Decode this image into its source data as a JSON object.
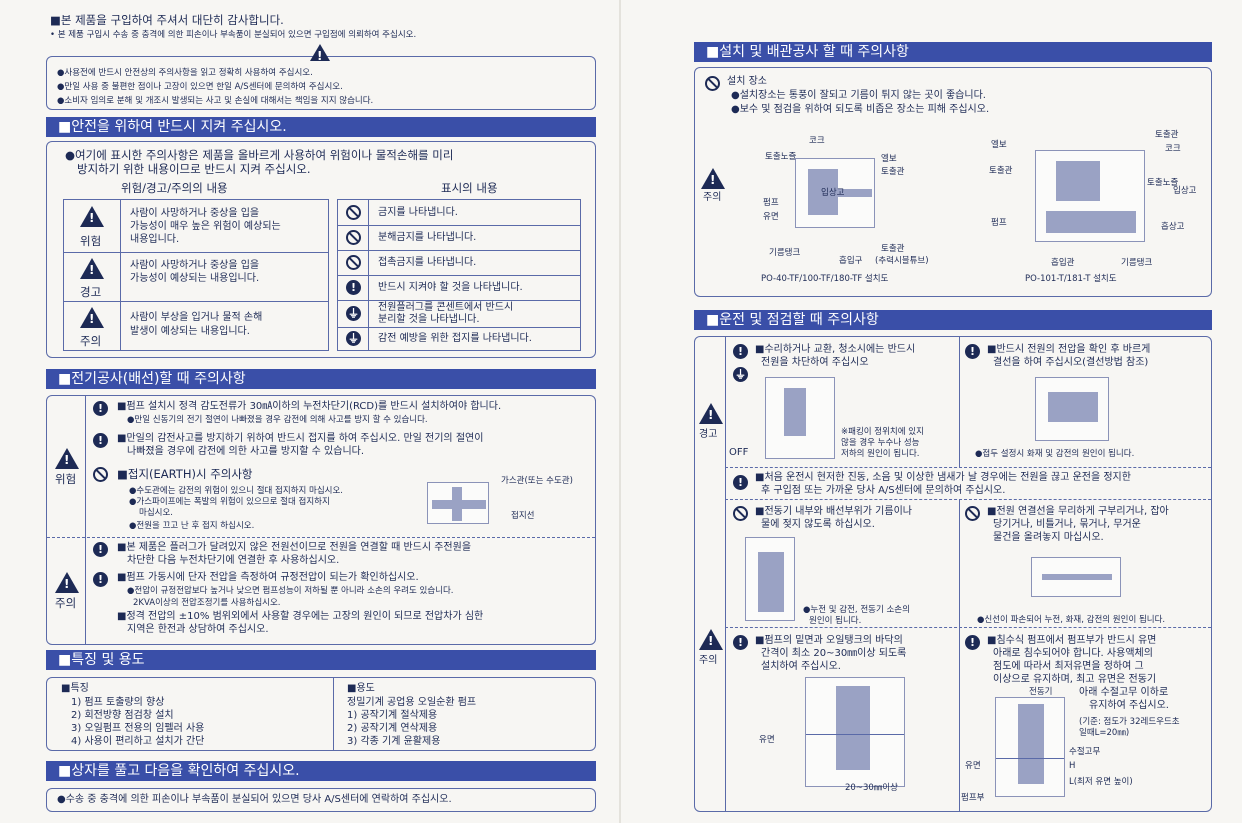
{
  "intro": {
    "title": "■본 제품을 구입하여 주셔서 대단히 감사합니다.",
    "note": "• 본 제품 구입시 수송 중 충격에 의한 피손이나 부속품이 분실되어 있으면 구입점에 의뢰하여 주십시오.",
    "bullets": [
      "●사용전에 반드시 안전상의 주의사항을 읽고 정확히 사용하여 주십시오.",
      "●만일 사용 중 불편한 점이나 고장이 있으면 한일 A/S센터에 문의하여 주십시오.",
      "●소비자 임의로 분해 및 개조시 발생되는 사고 및 손실에 대해서는 책임을 지지 않습니다."
    ]
  },
  "safety": {
    "header": "■안전을 위하여 반드시 지켜 주십시오.",
    "intro_line1": "●여기에 표시한 주의사항은 제품을 올바르게 사용하여 위험이나 물적손해를 미리",
    "intro_line2": "방지하기 위한 내용이므로 반드시 지켜 주십시오.",
    "col_left": "위험/경고/주의의 내용",
    "col_right": "표시의 내용",
    "levels": [
      {
        "label": "위험",
        "line1": "사람이 사망하거나 중상을 입을",
        "line2": "가능성이 매우 높은 위험이 예상되는",
        "line3": "내용입니다."
      },
      {
        "label": "경고",
        "line1": "사람이 사망하거나 중상을 입을",
        "line2": "가능성이 예상되는 내용입니다.",
        "line3": ""
      },
      {
        "label": "주의",
        "line1": "사람이 부상을 입거나 물적 손해",
        "line2": "발생이 예상되는 내용입니다.",
        "line3": ""
      }
    ],
    "symbols": [
      {
        "icon": "prohibition-icon",
        "text": "금지를 나타냅니다."
      },
      {
        "icon": "no-disassembly-icon",
        "text": "분해금지를 나타냅니다."
      },
      {
        "icon": "no-touch-icon",
        "text": "접촉금지를 나타냅니다."
      },
      {
        "icon": "mandatory-icon",
        "text": "반드시 지켜야 할 것을 나타냅니다."
      },
      {
        "icon": "unplug-icon",
        "text": "전원플러그를 콘센트에서 반드시",
        "text2": "분리할 것을 나타냅니다."
      },
      {
        "icon": "ground-icon",
        "text": "감전 예방을 위한 접지를 나타냅니다."
      }
    ]
  },
  "electric": {
    "header": "■전기공사(배선)할 때 주의사항",
    "danger_label": "위험",
    "caution_label": "주의",
    "items": [
      {
        "l1": "■펌프 설치시 정격 감도전류가 30㎃이하의 누전차단기(RCD)를 반드시 설치하여야 합니다.",
        "l2": "●만일 신동기의 전기 절연이 나빠졌을 경우 감전에 의해 사고를 방지 할 수 있습니다."
      },
      {
        "l1": "■만일의 감전사고를 방지하기 위하여 반드시 접지를 하여 주십시오. 만일 전기의 절연이",
        "l2": "나빠졌을 경우에 감전에 의한 사고를 방지할 수 있습니다."
      },
      {
        "l1": "■접지(EARTH)시 주의사항",
        "l2": "●수도관에는 감전의 위험이 있으니 절대 접지하지 마십시오.",
        "l3": "●가스파이프에는 폭발의 위험이 있으므로 절대 접지하지",
        "l4": "마십시오.",
        "l5": "●전원을 끄고 난 후 접지 하십시오."
      },
      {
        "l1": "■본 제품은 플러그가 달려있지 않은 전원선이므로 전원을 연결할 때 반드시 주전원을",
        "l2": "차단한 다음 누전차단기에 연결한 후 사용하십시오."
      },
      {
        "l1": "■펌프 가동시에 단자 전압을 측정하여 규정전압이 되는가 확인하십시오.",
        "l2": "●전압이 규정전압보다 높거나 낮으면 펌프성능이 저하될 뿐 아니라 소손의 우려도 있습니다.",
        "l3": "2KVA이상의 전압조정기를 사용하십시오.",
        "l4": "■정격 전압의 ±10% 범위외에서 사용할 경우에는 고장의 원인이 되므로 전압차가 심한",
        "l5": "지역은 한전과 상담하여 주십시오."
      }
    ],
    "gas_pipe_label": "가스관(또는 수도관)",
    "ground_wire_label": "접지선"
  },
  "features": {
    "header": "■특징 및 용도",
    "feature_title": "■특징",
    "features": [
      "1) 펌프 토출량의 향상",
      "2) 회전방향 점검창 설치",
      "3) 오일펌프 전용의 임펠러 사용",
      "4) 사용이 편리하고 설치가 간단"
    ],
    "use_title": "■용도",
    "use_intro": "정밀기계 공업용 오일순환 펌프",
    "uses": [
      "1) 공작기계 절삭제용",
      "2) 공작기계 연삭제용",
      "3) 각종 기계 윤활제용"
    ]
  },
  "unbox": {
    "header": "■상자를 풀고 다음을 확인하여 주십시오.",
    "text": "●수송 중 충격에 의한 피손이나 부속품이 분실되어 있으면 당사 A/S센터에 연락하여 주십시오."
  },
  "install": {
    "header": "■설치 및 배관공사 할 때 주의사항",
    "place_title": "설치 장소",
    "place_lines": [
      "●설치장소는 통풍이 잘되고 기름이 튀지 않는 곳이 좋습니다.",
      "●보수 및 점검을 위하여 되도록 비좁은 장소는 피해 주십시오."
    ],
    "caution_label": "주의",
    "diagram1_labels": [
      "코크",
      "토출노즐",
      "엘보",
      "토출관",
      "입상고",
      "펌프",
      "유면",
      "기름탱크",
      "흡입구",
      "토출관",
      "(추력시블튜브)"
    ],
    "diagram1_caption": "PO-40-TF/100-TF/180-TF 설치도",
    "diagram2_labels": [
      "엘보",
      "토출관",
      "토출관",
      "코크",
      "토출노즐",
      "입상고",
      "펌프",
      "흡상고",
      "흡입관",
      "기름탱크"
    ],
    "diagram2_caption": "PO-101-T/181-T 설치도"
  },
  "operation": {
    "header": "■운전 및 점검할 때 주의사항",
    "warning_label": "경고",
    "caution_label": "주의",
    "off_label": "OFF",
    "b1": [
      "■수리하거나 교환, 청소시에는 반드시",
      "전원을 차단하여 주십시오"
    ],
    "b1_note": [
      "※패킹이 정위치에 있지",
      "않을 경우 누수나 성능",
      "저하의 원인이 됩니다."
    ],
    "b2": [
      "■반드시 전원의 전압을 확인 후 바르게",
      "결선을 하여 주십시오(결선방법 참조)"
    ],
    "b2_note": "●접두 설정시 화재 및 감전의 원인이 됩니다.",
    "b3": [
      "■처음 운전시 현저한 진동, 소음 및 이상한 냄새가 날 경우에는 전원을 끊고 운전을 정지한",
      "후 구입점 또는 가까운 당사 A/S센터에 문의하여 주십시오."
    ],
    "b4": [
      "■전동기 내부와 배선부위가 기름이나",
      "물에 젖지 않도록 하십시오."
    ],
    "b4_note": [
      "●누전 및 감전, 전동기 소손의",
      "원인이 됩니다."
    ],
    "b5": [
      "■전원 연결선을 무리하게 구부리거나, 잡아",
      "당기거나, 비틀거나, 묶거나, 무거운",
      "물건을 올려놓지 마십시오."
    ],
    "b5_note": "●신선이 파손되어 누전, 화재, 감전의 원인이 됩니다.",
    "b6": [
      "■펌프의 밑면과 오일탱크의 바닥의",
      "간격이 최소 20~30㎜이상 되도록",
      "설치하여 주십시오."
    ],
    "b6_labels": [
      "유면",
      "20~30㎜이상"
    ],
    "b7": [
      "■침수식 펌프에서 펌프부가 반드시 유면",
      "아래로 침수되어야 합니다. 사용액체의",
      "점도에 따라서 최저유면을 정하여 그",
      "이상으로 유지하며, 최고 유면은 전동기",
      "아래 수절고무 이하로",
      "유지하여 주십시오."
    ],
    "b7_labels": [
      "전동기",
      "(기준: 점도가 32레드우드초",
      "일때L=20㎜)",
      "수절고무",
      "유면",
      "H",
      "L(최저 유면 높이)",
      "펌프부"
    ]
  }
}
